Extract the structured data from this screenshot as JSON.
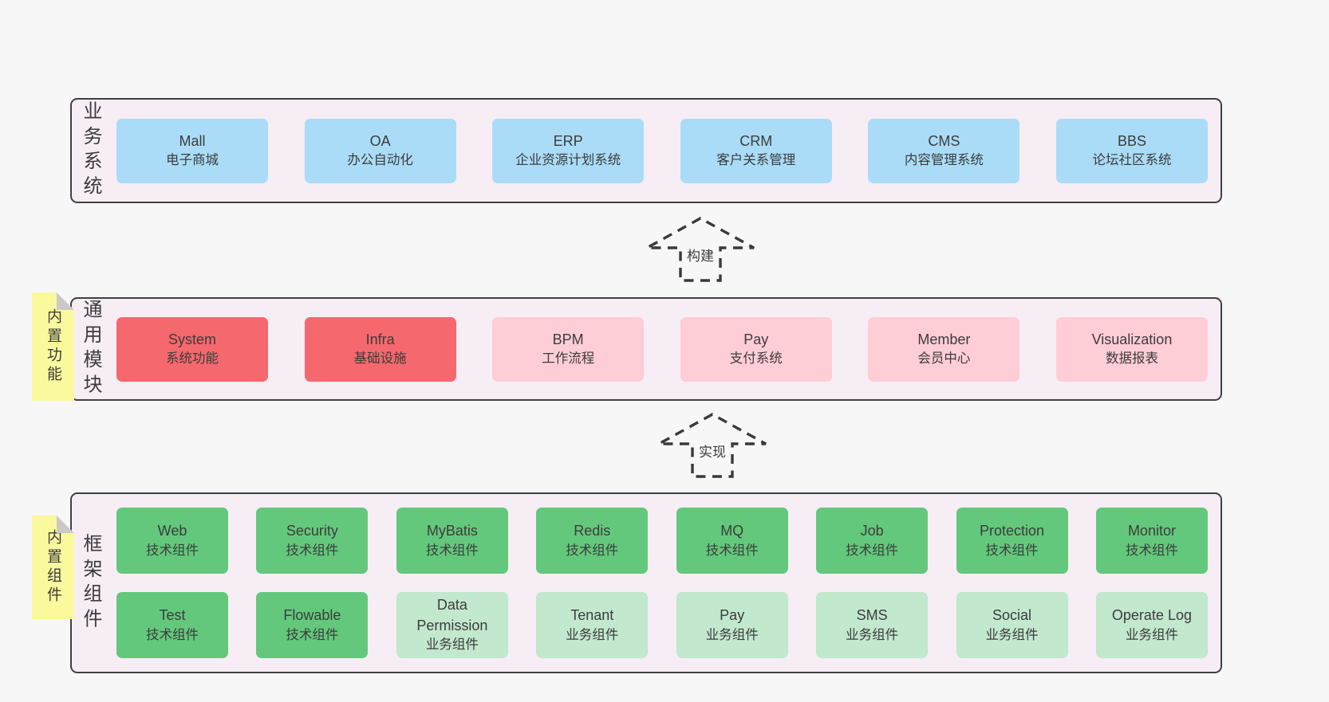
{
  "colors": {
    "page_background": "#f7f7f7",
    "panel_background": "#f7edf5",
    "panel_border": "#404040",
    "blue_box": "#aadcf7",
    "red_box": "#f5686e",
    "pink_box": "#fecdd6",
    "green_box": "#63c87c",
    "light_green_box": "#c2e8cd",
    "sticky_yellow": "#fbf99d",
    "sticky_fold": "#c9c9c9",
    "text": "#3c3c3c"
  },
  "arrows": {
    "build": "构建",
    "implement": "实现"
  },
  "sections": {
    "business": {
      "side_label": "业务系统",
      "boxes": [
        {
          "title": "Mall",
          "subtitle": "电子商城"
        },
        {
          "title": "OA",
          "subtitle": "办公自动化"
        },
        {
          "title": "ERP",
          "subtitle": "企业资源计划系统"
        },
        {
          "title": "CRM",
          "subtitle": "客户关系管理"
        },
        {
          "title": "CMS",
          "subtitle": "内容管理系统"
        },
        {
          "title": "BBS",
          "subtitle": "论坛社区系统"
        }
      ]
    },
    "modules": {
      "side_label": "通用模块",
      "sticky_label": "内置功能",
      "boxes": [
        {
          "title": "System",
          "subtitle": "系统功能"
        },
        {
          "title": "Infra",
          "subtitle": "基础设施"
        },
        {
          "title": "BPM",
          "subtitle": "工作流程"
        },
        {
          "title": "Pay",
          "subtitle": "支付系统"
        },
        {
          "title": "Member",
          "subtitle": "会员中心"
        },
        {
          "title": "Visualization",
          "subtitle": "数据报表"
        }
      ]
    },
    "components": {
      "side_label": "框架组件",
      "sticky_label": "内置组件",
      "row1": [
        {
          "title": "Web",
          "subtitle": "技术组件"
        },
        {
          "title": "Security",
          "subtitle": "技术组件"
        },
        {
          "title": "MyBatis",
          "subtitle": "技术组件"
        },
        {
          "title": "Redis",
          "subtitle": "技术组件"
        },
        {
          "title": "MQ",
          "subtitle": "技术组件"
        },
        {
          "title": "Job",
          "subtitle": "技术组件"
        },
        {
          "title": "Protection",
          "subtitle": "技术组件"
        },
        {
          "title": "Monitor",
          "subtitle": "技术组件"
        }
      ],
      "row2": [
        {
          "title": "Test",
          "subtitle": "技术组件"
        },
        {
          "title": "Flowable",
          "subtitle": "技术组件"
        },
        {
          "title": "Data Permission",
          "subtitle": "业务组件"
        },
        {
          "title": "Tenant",
          "subtitle": "业务组件"
        },
        {
          "title": "Pay",
          "subtitle": "业务组件"
        },
        {
          "title": "SMS",
          "subtitle": "业务组件"
        },
        {
          "title": "Social",
          "subtitle": "业务组件"
        },
        {
          "title": "Operate Log",
          "subtitle": "业务组件"
        }
      ]
    }
  }
}
